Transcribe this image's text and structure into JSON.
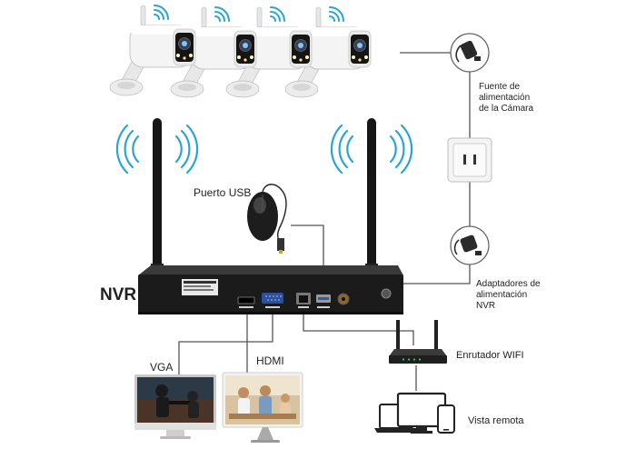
{
  "labels": {
    "camera_power": [
      "Fuente de",
      "alimentación",
      "de la Cámara"
    ],
    "usb_port": "Puerto USB",
    "nvr": "NVR",
    "nvr_adapters": [
      "Adaptadores de",
      "alimentación",
      "NVR"
    ],
    "vga": "VGA",
    "hdmi": "HDMI",
    "wifi_router": "Enrutador WIFI",
    "remote_view": "Vista remota"
  },
  "colors": {
    "line": "#555555",
    "camera_body": "#f4f4f4",
    "nvr_body": "#1b1b1b",
    "wifi_signal": "#2aa4d8",
    "vga_port": "#2c4f9e"
  },
  "camera_count": 4
}
